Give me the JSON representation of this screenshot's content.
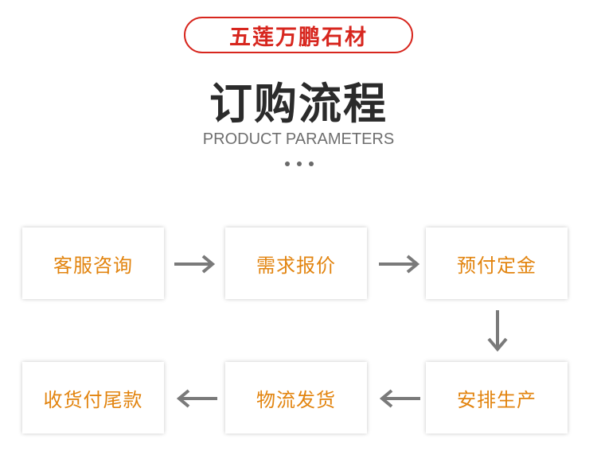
{
  "header": {
    "brand": "五莲万鹏石材",
    "title": "订购流程",
    "subtitle": "PRODUCT PARAMETERS"
  },
  "colors": {
    "brand_red": "#d7261e",
    "step_text_orange": "#e2840f",
    "arrow_gray": "#7a7a7a",
    "title_dark": "#2b2b2b"
  },
  "steps": [
    {
      "label": "客服咨询"
    },
    {
      "label": "需求报价"
    },
    {
      "label": "预付定金"
    },
    {
      "label": "安排生产"
    },
    {
      "label": "物流发货"
    },
    {
      "label": "收货付尾款"
    }
  ],
  "connectors": [
    {
      "from": "客服咨询",
      "to": "需求报价",
      "direction": "right"
    },
    {
      "from": "需求报价",
      "to": "预付定金",
      "direction": "right"
    },
    {
      "from": "预付定金",
      "to": "安排生产",
      "direction": "down"
    },
    {
      "from": "安排生产",
      "to": "物流发货",
      "direction": "left"
    },
    {
      "from": "物流发货",
      "to": "收货付尾款",
      "direction": "left"
    }
  ]
}
